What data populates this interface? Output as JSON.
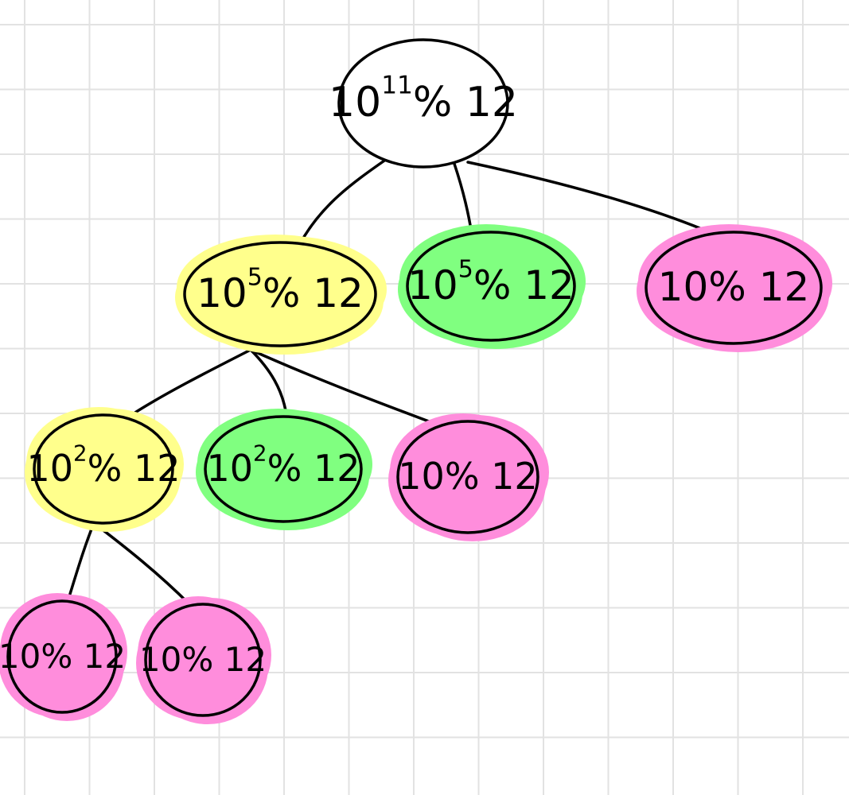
{
  "colors": {
    "white": "#ffffff",
    "yellow": "#ffff8c",
    "green": "#80ff80",
    "pink": "#ff8ddc",
    "line": "#000000"
  },
  "nodes": [
    {
      "id": "root",
      "base": "10",
      "exp": "11",
      "rest": "% 12",
      "color": "white"
    },
    {
      "id": "l1-a",
      "base": "10",
      "exp": "5",
      "rest": "% 12",
      "color": "yellow"
    },
    {
      "id": "l1-b",
      "base": "10",
      "exp": "5",
      "rest": "% 12",
      "color": "green"
    },
    {
      "id": "l1-c",
      "base": "10",
      "exp": "",
      "rest": "% 12",
      "color": "pink"
    },
    {
      "id": "l2-a",
      "base": "10",
      "exp": "2",
      "rest": "% 12",
      "color": "yellow"
    },
    {
      "id": "l2-b",
      "base": "10",
      "exp": "2",
      "rest": "% 12",
      "color": "green"
    },
    {
      "id": "l2-c",
      "base": "10",
      "exp": "",
      "rest": "% 12",
      "color": "pink"
    },
    {
      "id": "l3-a",
      "base": "10",
      "exp": "",
      "rest": "% 12",
      "color": "pink"
    },
    {
      "id": "l3-b",
      "base": "10",
      "exp": "",
      "rest": "% 12",
      "color": "pink"
    }
  ],
  "edges": [
    {
      "from": "root",
      "to": "l1-a"
    },
    {
      "from": "root",
      "to": "l1-b"
    },
    {
      "from": "root",
      "to": "l1-c"
    },
    {
      "from": "l1-a",
      "to": "l2-a"
    },
    {
      "from": "l1-a",
      "to": "l2-b"
    },
    {
      "from": "l1-a",
      "to": "l2-c"
    },
    {
      "from": "l2-a",
      "to": "l3-a"
    },
    {
      "from": "l2-a",
      "to": "l3-b"
    }
  ]
}
